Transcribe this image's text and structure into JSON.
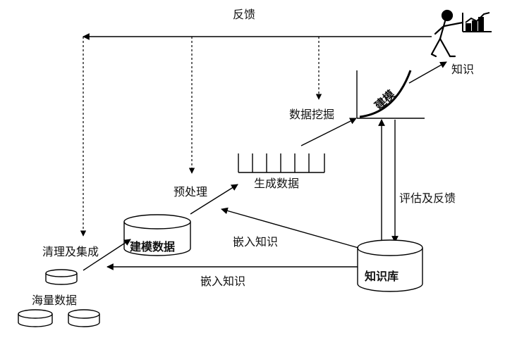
{
  "labels": {
    "feedback_top": "反馈",
    "knowledge": "知识",
    "data_mining": "数据挖掘",
    "modeling_curve": "建模",
    "generated_data": "生成数据",
    "preprocessing": "预处理",
    "modeling_data": "建模数据",
    "embed_knowledge_upper": "嵌入知识",
    "embed_knowledge_lower": "嵌入知识",
    "evaluation_feedback": "评估及反馈",
    "knowledge_base": "知识库",
    "clean_integrate": "清理及集成",
    "massive_data": "海量数据"
  },
  "colors": {
    "stroke": "#000000",
    "text": "#111111",
    "background": "#ffffff"
  }
}
